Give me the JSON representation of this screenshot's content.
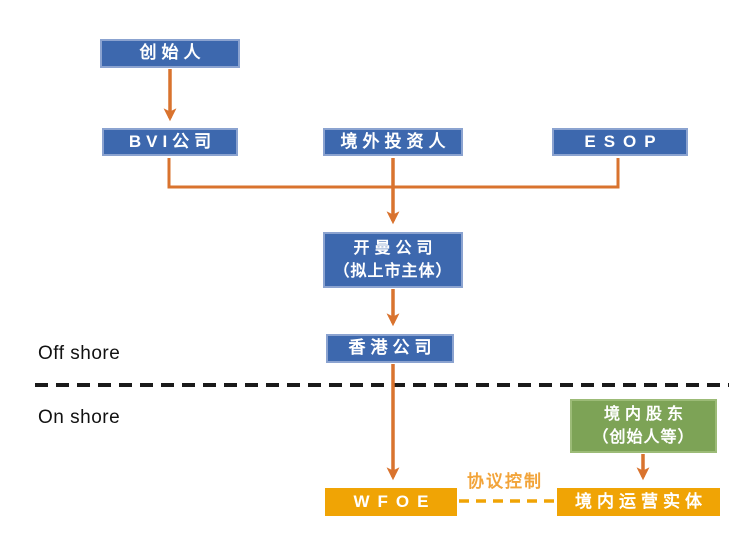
{
  "regions": {
    "offshore": "Off shore",
    "onshore": "On shore"
  },
  "nodes": {
    "founder": {
      "label": "创始人"
    },
    "bvi": {
      "label": "BVI公司"
    },
    "overseas_investors": {
      "label": "境外投资人"
    },
    "esop": {
      "label": "ESOP"
    },
    "cayman": {
      "line1": "开曼公司",
      "line2": "（拟上市主体）"
    },
    "hongkong": {
      "label": "香港公司"
    },
    "wfoe": {
      "label": "WFOE"
    },
    "domestic_shareholders": {
      "line1": "境内股东",
      "line2": "（创始人等）"
    },
    "domestic_opco": {
      "label": "境内运营实体"
    }
  },
  "edges": {
    "vie_control_label": "协议控制"
  },
  "colors": {
    "entity_blue": "#3d68ae",
    "entity_blue_border": "#8ba3d0",
    "entity_orange": "#f0a405",
    "entity_green": "#7da356",
    "entity_green_border": "#9cbb77",
    "arrow_orange": "#d9732e",
    "vie_label_orange": "#f2a43a",
    "divider_black": "#1a1a1a"
  }
}
